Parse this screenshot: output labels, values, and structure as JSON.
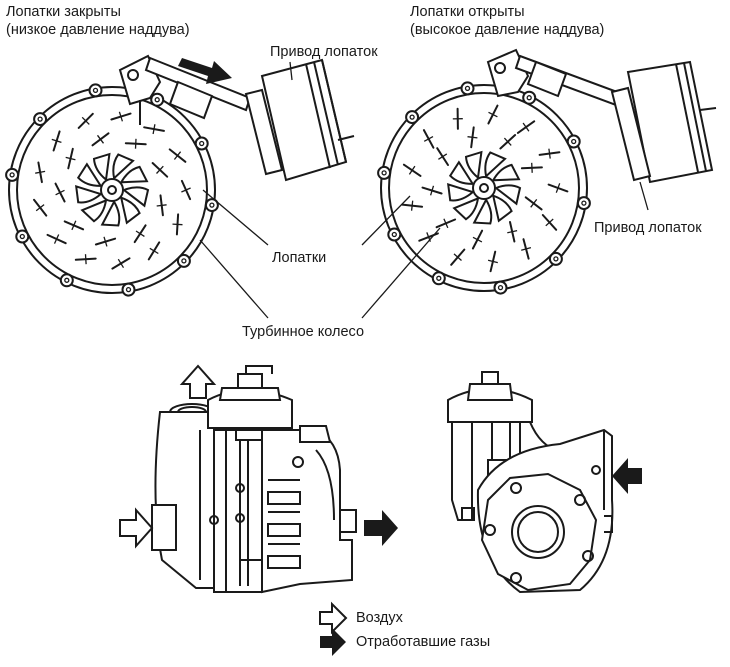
{
  "labels": {
    "vanes_closed_title": "Лопатки закрыты",
    "vanes_closed_sub": "(низкое давление наддува)",
    "vanes_open_title": "Лопатки открыты",
    "vanes_open_sub": "(высокое давление наддува)",
    "actuator_top": "Привод лопаток",
    "actuator_right": "Привод лопаток",
    "vanes": "Лопатки",
    "turbine_wheel": "Турбинное колесо"
  },
  "legend": {
    "air": "Воздух",
    "exhaust": "Отработавшие газы"
  },
  "colors": {
    "ink": "#1a1a1a",
    "background": "#ffffff",
    "air_arrow_fill": "#ffffff",
    "exhaust_arrow_fill": "#1a1a1a"
  }
}
